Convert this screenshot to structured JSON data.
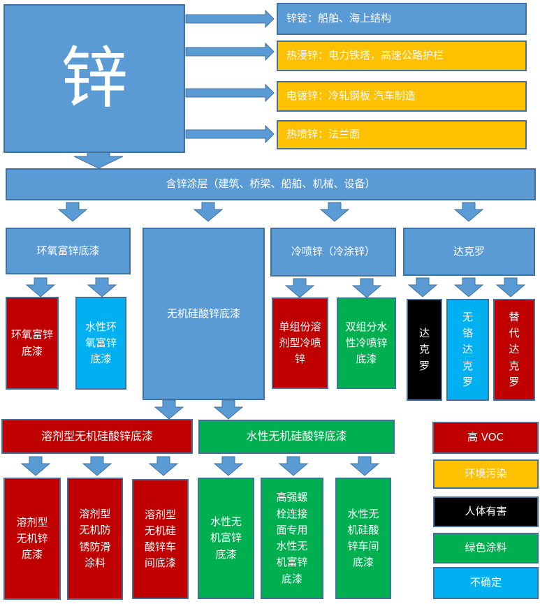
{
  "zinc": {
    "title": "锌"
  },
  "top_uses": [
    "锌锭：船舶、海上结构",
    "热浸锌：电力铁塔，高速公路护栏",
    "电镀锌：冷轧钢板  汽车制造",
    "热喷锌：法兰面"
  ],
  "coating": "含锌涂层（建筑、桥梁、船舶、机械、设备）",
  "categories": {
    "epoxy": "环氧富锌底漆",
    "inorganic": "无机硅酸锌底漆",
    "cold": "冷喷锌（冷涂锌）",
    "dacro": "达克罗"
  },
  "epoxy_types": [
    "环氧富锌底漆",
    "水性环氧富锌底漆"
  ],
  "cold_types": [
    "单组份溶剂型冷喷锌",
    "双组分水性冷喷锌底漆"
  ],
  "dacro_types": [
    "达克罗",
    "无铬达克罗",
    "替代达克罗"
  ],
  "inorganic_split": {
    "solvent": "溶剂型无机硅酸锌底漆",
    "water": "水性无机硅酸锌底漆"
  },
  "solvent_products": [
    "溶剂型无机锌底漆",
    "溶剂型无机防锈防滑涂料",
    "溶剂型无机硅酸锌车间底漆"
  ],
  "water_products": [
    "水性无机富锌底漆",
    "高强螺栓连接面专用水性无机富锌底漆",
    "水性无机硅酸锌车间底漆"
  ],
  "legend": [
    {
      "label": "高 VOC",
      "color": "#C00000"
    },
    {
      "label": "环境污染",
      "color": "#FFC000"
    },
    {
      "label": "人体有害",
      "color": "#000000"
    },
    {
      "label": "绿色涂料",
      "color": "#00B050"
    },
    {
      "label": "不确定",
      "color": "#00B0F0"
    }
  ]
}
